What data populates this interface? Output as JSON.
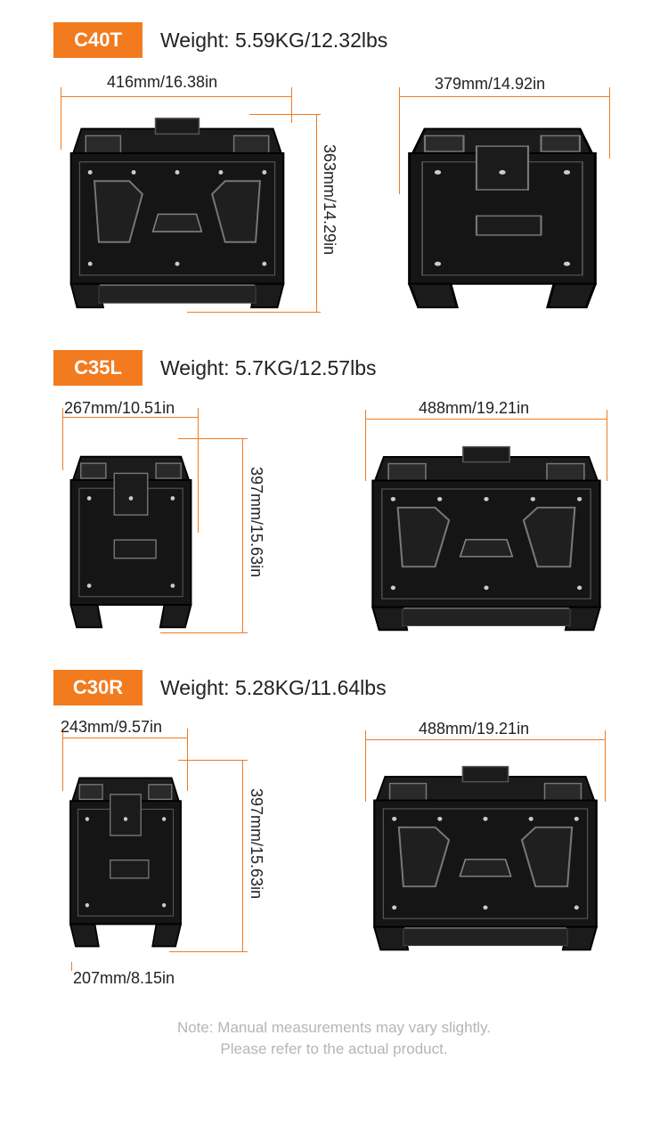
{
  "models": [
    {
      "code": "C40T",
      "weight": "Weight: 5.59KG/12.32lbs",
      "front_width": "416mm/16.38in",
      "side_depth": "379mm/14.92in",
      "height": "363mm/14.29in"
    },
    {
      "code": "C35L",
      "weight": "Weight: 5.7KG/12.57lbs",
      "side_depth": "267mm/10.51in",
      "front_width": "488mm/19.21in",
      "height": "397mm/15.63in"
    },
    {
      "code": "C30R",
      "weight": "Weight: 5.28KG/11.64lbs",
      "side_depth": "243mm/9.57in",
      "front_width": "488mm/19.21in",
      "height": "397mm/15.63in",
      "bottom_depth": "207mm/8.15in"
    }
  ],
  "note": {
    "line1": "Note: Manual measurements may vary slightly.",
    "line2": "Please refer to the actual product."
  },
  "colors": {
    "accent": "#f27b1f",
    "box": "#1a1a1a",
    "note": "#b5b5b5"
  }
}
